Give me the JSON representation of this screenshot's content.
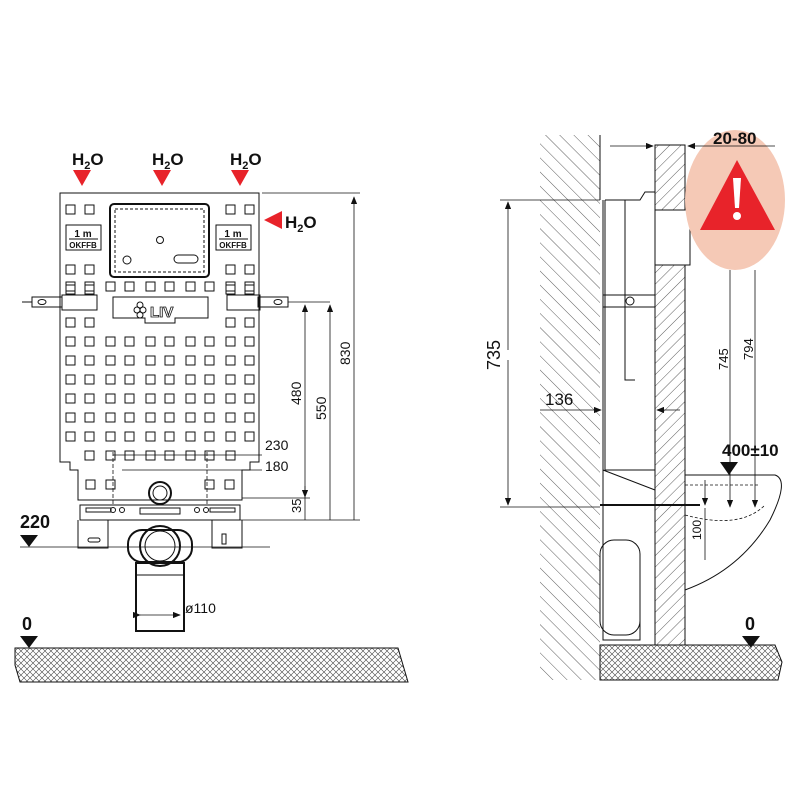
{
  "front_view": {
    "h2o_top": [
      "H2O",
      "H2O",
      "H2O"
    ],
    "h2o_side": "H2O",
    "level_marks": [
      {
        "top": "1 m",
        "bottom": "OKFFB"
      },
      {
        "top": "1 m",
        "bottom": "OKFFB"
      }
    ],
    "logo": "LIV",
    "dimensions": {
      "d830": "830",
      "d550": "550",
      "d480": "480",
      "d230": "230",
      "d180": "180",
      "d35": "35",
      "d220": "220",
      "d0": "0",
      "pipe": "ø110"
    }
  },
  "side_view": {
    "dimensions": {
      "d2080": "20-80",
      "d735": "735",
      "d136": "136",
      "d745": "745",
      "d794": "794",
      "d400": "400±10",
      "d100": "100",
      "d0": "0"
    },
    "warning_color": "#e8232a",
    "warning_bg": "#f5c9b6"
  },
  "colors": {
    "arrow": "#e8232a",
    "line": "#111111"
  }
}
